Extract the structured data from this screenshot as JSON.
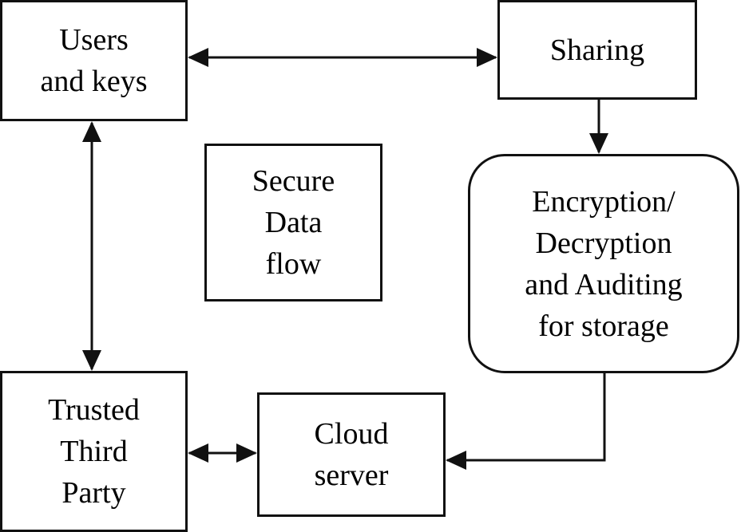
{
  "diagram": {
    "nodes": {
      "users": "Users\nand keys",
      "sharing": "Sharing",
      "secure": "Secure\nData\nflow",
      "encryption": "Encryption/\nDecryption\nand Auditing\nfor storage",
      "trusted": "Trusted\nThird\nParty",
      "cloud": "Cloud\nserver"
    },
    "edges": [
      {
        "from": "users",
        "to": "sharing",
        "direction": "both"
      },
      {
        "from": "sharing",
        "to": "encryption",
        "direction": "forward"
      },
      {
        "from": "users",
        "to": "trusted",
        "direction": "both"
      },
      {
        "from": "encryption",
        "to": "cloud",
        "direction": "forward"
      },
      {
        "from": "trusted",
        "to": "cloud",
        "direction": "both"
      }
    ],
    "colors": {
      "line": "#111111",
      "background": "#ffffff"
    }
  }
}
